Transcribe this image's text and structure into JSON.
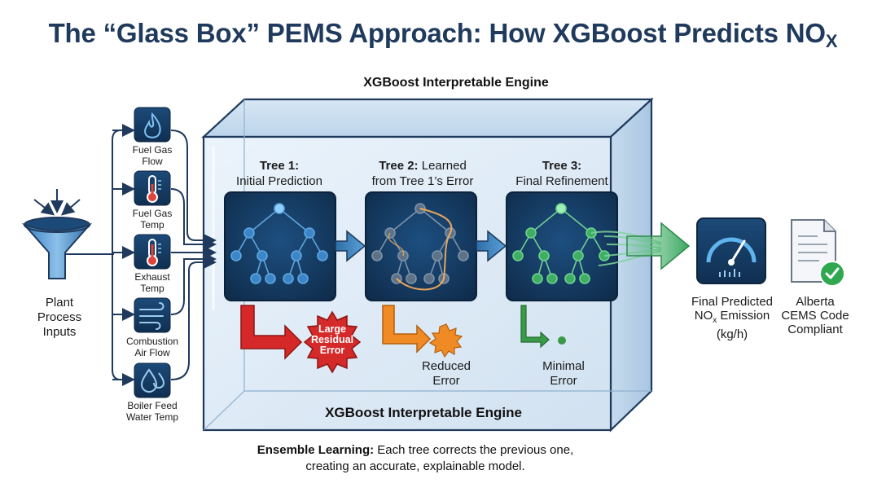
{
  "title": "The “Glass Box” PEMS Approach: How XGBoost Predicts NO",
  "title_sub": "X",
  "engine_label_top": "XGBoost Interpretable Engine",
  "engine_label_bottom": "XGBoost Interpretable Engine",
  "plant_inputs": {
    "line1": "Plant",
    "line2": "Process",
    "line3": "Inputs",
    "icon": "funnel-icon"
  },
  "inputs": [
    {
      "line1": "Fuel Gas",
      "line2": "Flow",
      "icon": "flame-icon"
    },
    {
      "line1": "Fuel Gas",
      "line2": "Temp",
      "icon": "thermometer-icon"
    },
    {
      "line1": "Exhaust",
      "line2": "Temp",
      "icon": "thermometer-icon"
    },
    {
      "line1": "Combustion",
      "line2": "Air Flow",
      "icon": "wind-icon"
    },
    {
      "line1": "Boiler Feed",
      "line2": "Water Temp",
      "icon": "water-drop-icon"
    }
  ],
  "trees": [
    {
      "title": "Tree 1:",
      "subtitle": "Initial Prediction",
      "error_line1": "Large",
      "error_line2": "Residual",
      "error_line3": "Error",
      "color": "#d62828"
    },
    {
      "title": "Tree 2:",
      "subtitle_pre": "Learned",
      "subtitle": "from Tree 1’s Error",
      "error_line1": "Reduced",
      "error_line2": "Error",
      "color": "#f08a24"
    },
    {
      "title": "Tree 3:",
      "subtitle": "Final Refinement",
      "error_line1": "Minimal",
      "error_line2": "Error",
      "color": "#3a9a48"
    }
  ],
  "output": {
    "line1": "Final Predicted",
    "line2_pre": "NO",
    "line2_sub": "x",
    "line2_post": " Emission",
    "line3": "(kg/h)",
    "icon": "gauge-icon"
  },
  "compliance": {
    "line1": "Alberta",
    "line2": "CEMS Code",
    "line3": "Compliant",
    "icon": "document-check-icon"
  },
  "footer": {
    "bold": "Ensemble Learning:",
    "rest": " Each tree corrects the previous one,",
    "line2": "creating an accurate, explainable model."
  },
  "colors": {
    "title": "#1f3a5c",
    "icon_bg": "#16395e",
    "panel": "#13365b",
    "accent_blue": "#2f7ec1",
    "success": "#2fa84f"
  }
}
